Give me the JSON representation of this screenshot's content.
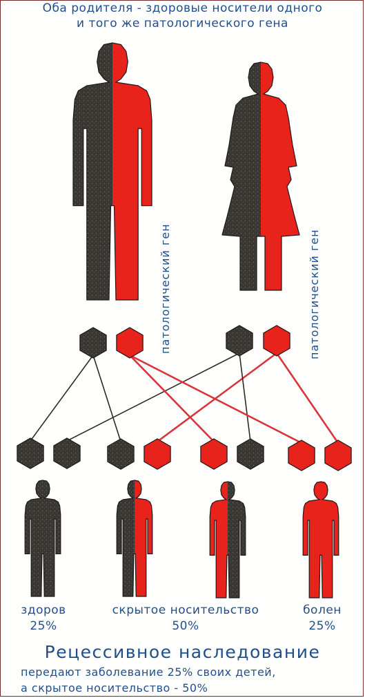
{
  "title_line1": "Оба родителя - здоровые носители одного",
  "title_line2": "и того же патологического гена",
  "gene_label_left": "патологический ген",
  "gene_label_right": "патологический ген",
  "children": [
    {
      "status": "здоров",
      "percent": "25%"
    },
    {
      "status": "скрытое носительство",
      "percent": "50%"
    },
    {
      "status": "болен",
      "percent": "25%"
    }
  ],
  "heading": "Рецессивное наследование",
  "note_line1": "передают заболевание 25% своих детей,",
  "note_line2": "а скрытое носительство - 50%",
  "colors": {
    "healthy": "#3a3632",
    "pathologic": "#e8231b",
    "link_dark": "#2a2a2a",
    "link_red": "#d8343a",
    "text": "#1f4e8c"
  }
}
